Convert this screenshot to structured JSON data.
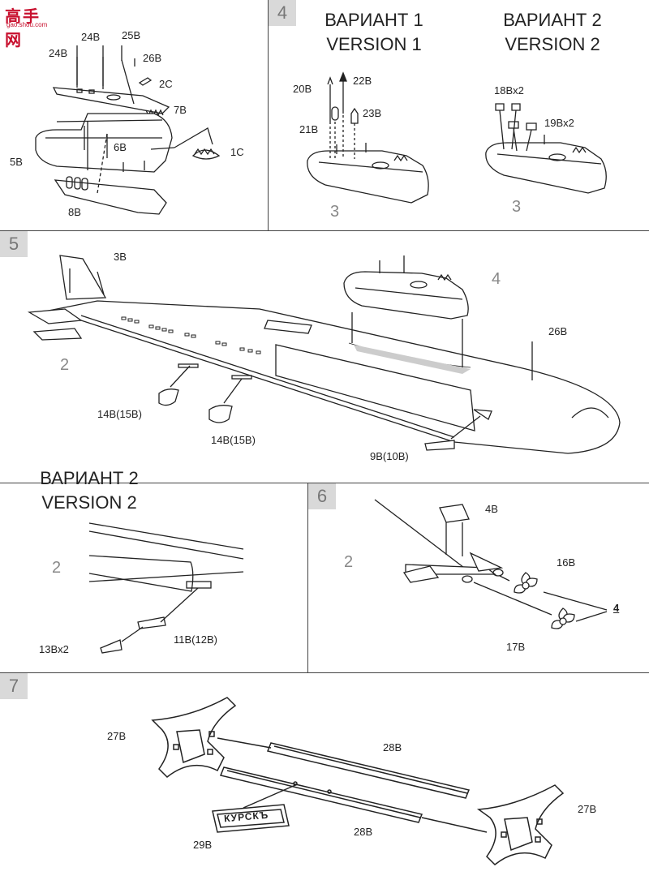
{
  "watermark": {
    "logo_text": "高手网",
    "site": "gao.shou.com"
  },
  "step4": {
    "step": "4",
    "variant1_ru": "ВАРИАНТ 1",
    "variant1_en": "VERSION 1",
    "variant2_ru": "ВАРИАНТ 2",
    "variant2_en": "VERSION 2",
    "labels": {
      "p20b": "20B",
      "p22b": "22B",
      "p21b": "21B",
      "p23b": "23B",
      "p18b": "18Bx2",
      "p19b": "19Bx2",
      "ref_a": "3",
      "ref_b": "3"
    }
  },
  "step_top_left": {
    "labels": {
      "p24b_a": "24B",
      "p24b_b": "24B",
      "p25b": "25B",
      "p26b": "26B",
      "p2c": "2C",
      "p7b": "7B",
      "p1c": "1C",
      "p5b": "5B",
      "p6b": "6B",
      "p8b": "8B"
    }
  },
  "step5": {
    "step": "5",
    "labels": {
      "p3b": "3B",
      "ref_tower": "4",
      "p26b": "26B",
      "ref_hull": "2",
      "p14b_a": "14B(15B)",
      "p14b_b": "14B(15B)",
      "p9b": "9B(10B)"
    }
  },
  "variant2_panel": {
    "title_ru": "ВАРИАНТ 2",
    "title_en": "VERSION 2",
    "labels": {
      "ref_hull": "2",
      "p13b": "13Bx2",
      "p11b": "11B(12B)"
    }
  },
  "step6": {
    "step": "6",
    "labels": {
      "p4b": "4B",
      "ref_hull": "2",
      "p16b": "16B",
      "ref_prop": "4",
      "p17b": "17B"
    }
  },
  "step7": {
    "step": "7",
    "labels": {
      "p27b_a": "27B",
      "p27b_b": "27B",
      "p28b_a": "28B",
      "p28b_b": "28B",
      "p29b": "29B"
    },
    "nameplate": "КУРСКЪ"
  }
}
